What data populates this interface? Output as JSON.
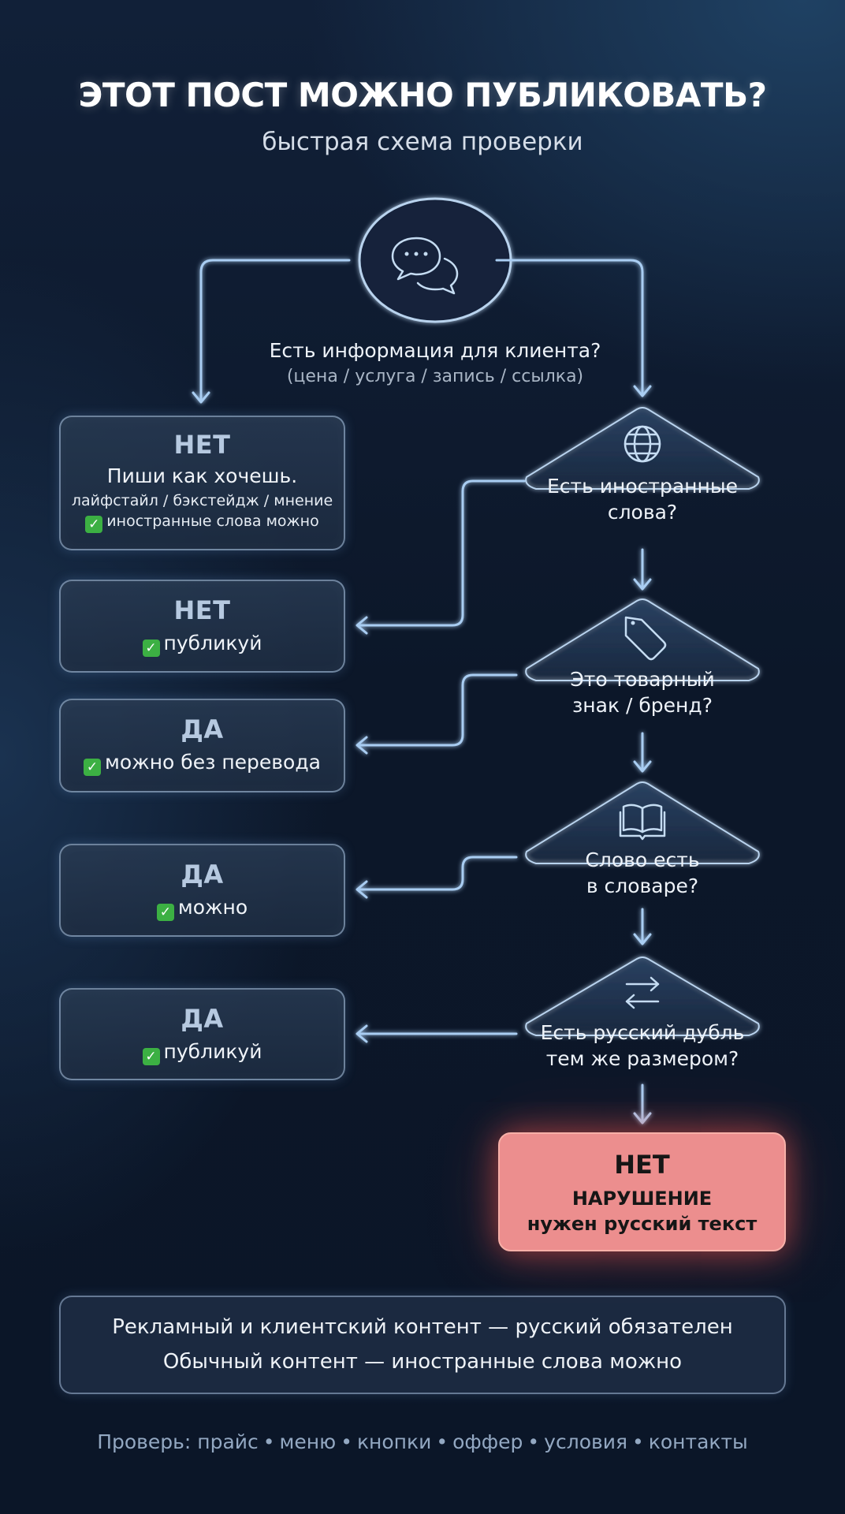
{
  "header": {
    "title": "ЭТОТ ПОСТ МОЖНО ПУБЛИКОВАТЬ?",
    "subtitle": "быстрая схема проверки"
  },
  "start": {
    "icon": "chat-bubbles-icon",
    "question": "Есть информация для клиента?",
    "hint": "(цена / услуга / запись / ссылка)"
  },
  "decisions": [
    {
      "icon": "globe-icon",
      "line1": "Есть иностранные",
      "line2": "слова?"
    },
    {
      "icon": "tag-icon",
      "line1": "Это товарный",
      "line2": "знак / бренд?"
    },
    {
      "icon": "book-icon",
      "line1": "Слово есть",
      "line2": "в словаре?"
    },
    {
      "icon": "swap-arrows-icon",
      "line1": "Есть русский дубль",
      "line2": "тем же размером?"
    }
  ],
  "outcomes": [
    {
      "head": "НЕТ",
      "main": "Пиши как хочешь.",
      "sub": "лайфстайл / бэкстейдж / мнение",
      "check_text": "иностранные слова можно"
    },
    {
      "head": "НЕТ",
      "check_text": "публикуй"
    },
    {
      "head": "ДА",
      "check_text": "можно без перевода"
    },
    {
      "head": "ДА",
      "check_text": "можно"
    },
    {
      "head": "ДА",
      "check_text": "публикуй"
    }
  ],
  "violation": {
    "head": "НЕТ",
    "line1": "НАРУШЕНИЕ",
    "line2": "нужен русский текст",
    "color": "#ec8e8e"
  },
  "note": {
    "line1": "Рекламный и клиентский контент — русский обязателен",
    "line2": "Обычный контент — иностранные слова можно"
  },
  "footer": {
    "prefix": "Проверь:",
    "items": [
      "прайс",
      "меню",
      "кнопки",
      "оффер",
      "условия",
      "контакты"
    ]
  },
  "colors": {
    "line": "#a9cdf2",
    "check": "#3cb043",
    "background": "#0c1729"
  }
}
